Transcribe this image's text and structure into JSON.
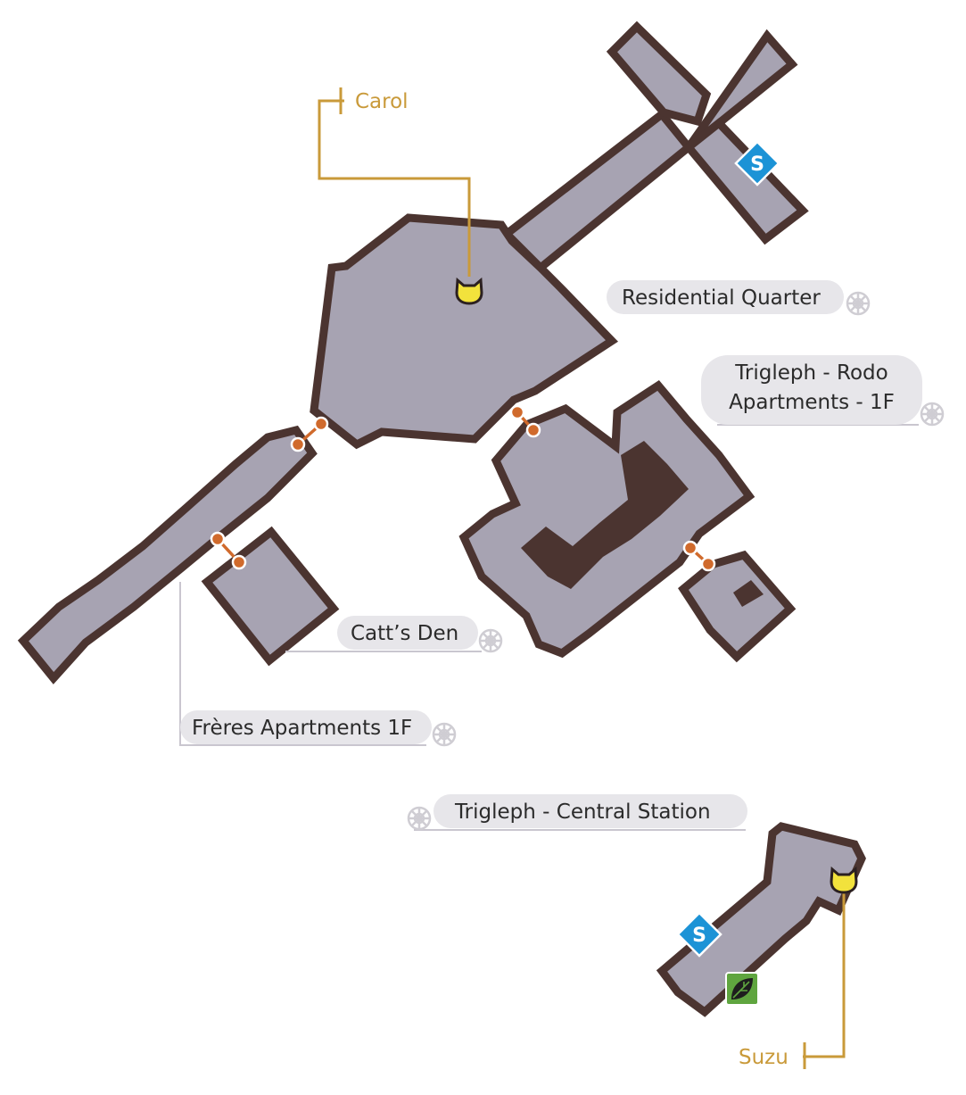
{
  "colors": {
    "floor": "#a7a3b2",
    "wall": "#4b3430",
    "door": "#d06a2c",
    "save_point": "#1c93d6",
    "npc_label": "#c99a3a",
    "label_pill": "#e7e6ea",
    "shop": "#5fa53f"
  },
  "areas": {
    "residential_quarter": "Residential Quarter",
    "rodo_line1": "Trigleph - Rodo",
    "rodo_line2": "Apartments - 1F",
    "catts_den": "Catt’s Den",
    "freres": "Frères Apartments 1F",
    "central_station": "Trigleph - Central Station"
  },
  "npcs": {
    "carol": "Carol",
    "suzu": "Suzu"
  },
  "icons": {
    "save_point": "S",
    "save_point_icon": "save-point-icon",
    "npc_icon": "cat-npc-icon",
    "area_exit_icon": "gear-icon",
    "door_icon": "door-connector-icon",
    "shop_icon": "leaf-shop-icon"
  }
}
